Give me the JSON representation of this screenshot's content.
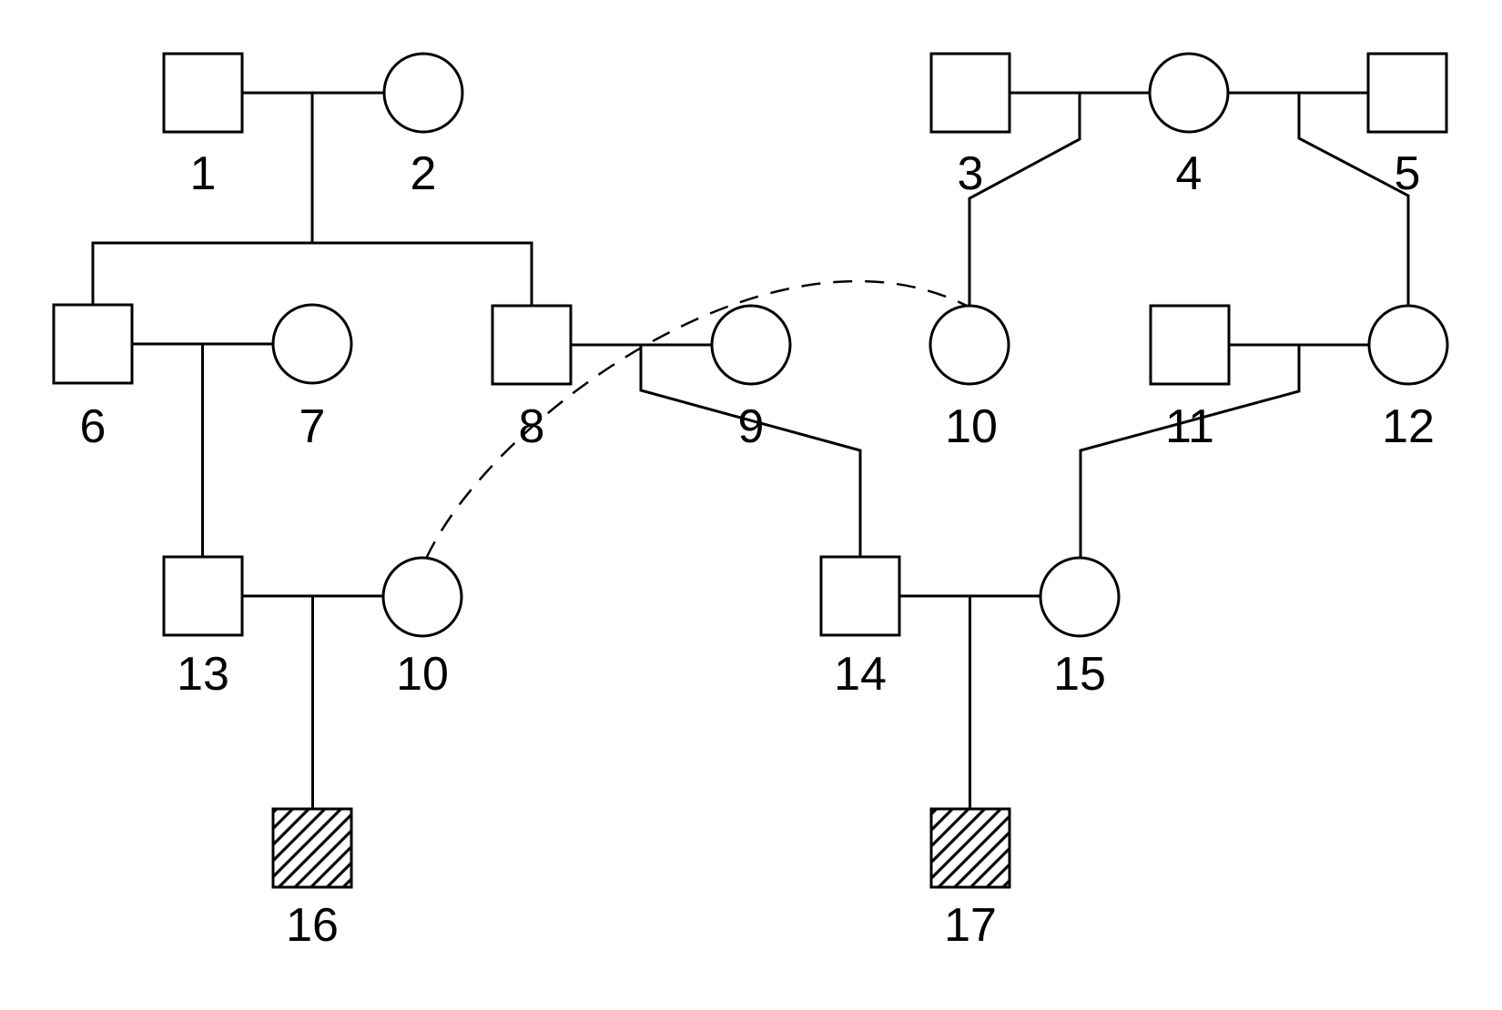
{
  "diagram": {
    "type": "pedigree-chart",
    "background_color": "#ffffff",
    "line_color": "#000000",
    "symbol_fill": "#ffffff",
    "affected_fill_style": "diagonal-hatch",
    "generations": 4,
    "individuals": [
      {
        "label": "1",
        "sex": "male",
        "affected": false,
        "generation": 1
      },
      {
        "label": "2",
        "sex": "female",
        "affected": false,
        "generation": 1
      },
      {
        "label": "3",
        "sex": "male",
        "affected": false,
        "generation": 1
      },
      {
        "label": "4",
        "sex": "female",
        "affected": false,
        "generation": 1
      },
      {
        "label": "5",
        "sex": "male",
        "affected": false,
        "generation": 1
      },
      {
        "label": "6",
        "sex": "male",
        "affected": false,
        "generation": 2
      },
      {
        "label": "7",
        "sex": "female",
        "affected": false,
        "generation": 2
      },
      {
        "label": "8",
        "sex": "male",
        "affected": false,
        "generation": 2
      },
      {
        "label": "9",
        "sex": "female",
        "affected": false,
        "generation": 2
      },
      {
        "label": "10",
        "sex": "female",
        "affected": false,
        "generation": 2,
        "duplicate": true
      },
      {
        "label": "11",
        "sex": "male",
        "affected": false,
        "generation": 2
      },
      {
        "label": "12",
        "sex": "female",
        "affected": false,
        "generation": 2
      },
      {
        "label": "13",
        "sex": "male",
        "affected": false,
        "generation": 3
      },
      {
        "label": "10",
        "sex": "female",
        "affected": false,
        "generation": 3,
        "duplicate": true
      },
      {
        "label": "14",
        "sex": "male",
        "affected": false,
        "generation": 3
      },
      {
        "label": "15",
        "sex": "female",
        "affected": false,
        "generation": 3
      },
      {
        "label": "16",
        "sex": "male",
        "affected": true,
        "generation": 4
      },
      {
        "label": "17",
        "sex": "male",
        "affected": true,
        "generation": 4
      }
    ],
    "unions": [
      {
        "partners": [
          "1",
          "2"
        ],
        "children": [
          "6",
          "8"
        ]
      },
      {
        "partners": [
          "3",
          "4"
        ],
        "children": [
          "10"
        ]
      },
      {
        "partners": [
          "4",
          "5"
        ],
        "children": [
          "12"
        ]
      },
      {
        "partners": [
          "6",
          "7"
        ],
        "children": [
          "13"
        ]
      },
      {
        "partners": [
          "8",
          "9"
        ],
        "children": [
          "14"
        ]
      },
      {
        "partners": [
          "11",
          "12"
        ],
        "children": [
          "15"
        ]
      },
      {
        "partners": [
          "13",
          "10"
        ],
        "children": [
          "16"
        ]
      },
      {
        "partners": [
          "14",
          "15"
        ],
        "children": [
          "17"
        ]
      }
    ],
    "duplicate_link": {
      "individual": "10",
      "style": "dashed-arc",
      "connects": [
        "generation-2 copy",
        "generation-3 copy"
      ]
    }
  },
  "labels": {
    "i1": "1",
    "i2": "2",
    "i3": "3",
    "i4": "4",
    "i5": "5",
    "i6": "6",
    "i7": "7",
    "i8": "8",
    "i9": "9",
    "i10": "10",
    "i11": "11",
    "i12": "12",
    "i13": "13",
    "i10b": "10",
    "i14": "14",
    "i15": "15",
    "i16": "16",
    "i17": "17"
  }
}
